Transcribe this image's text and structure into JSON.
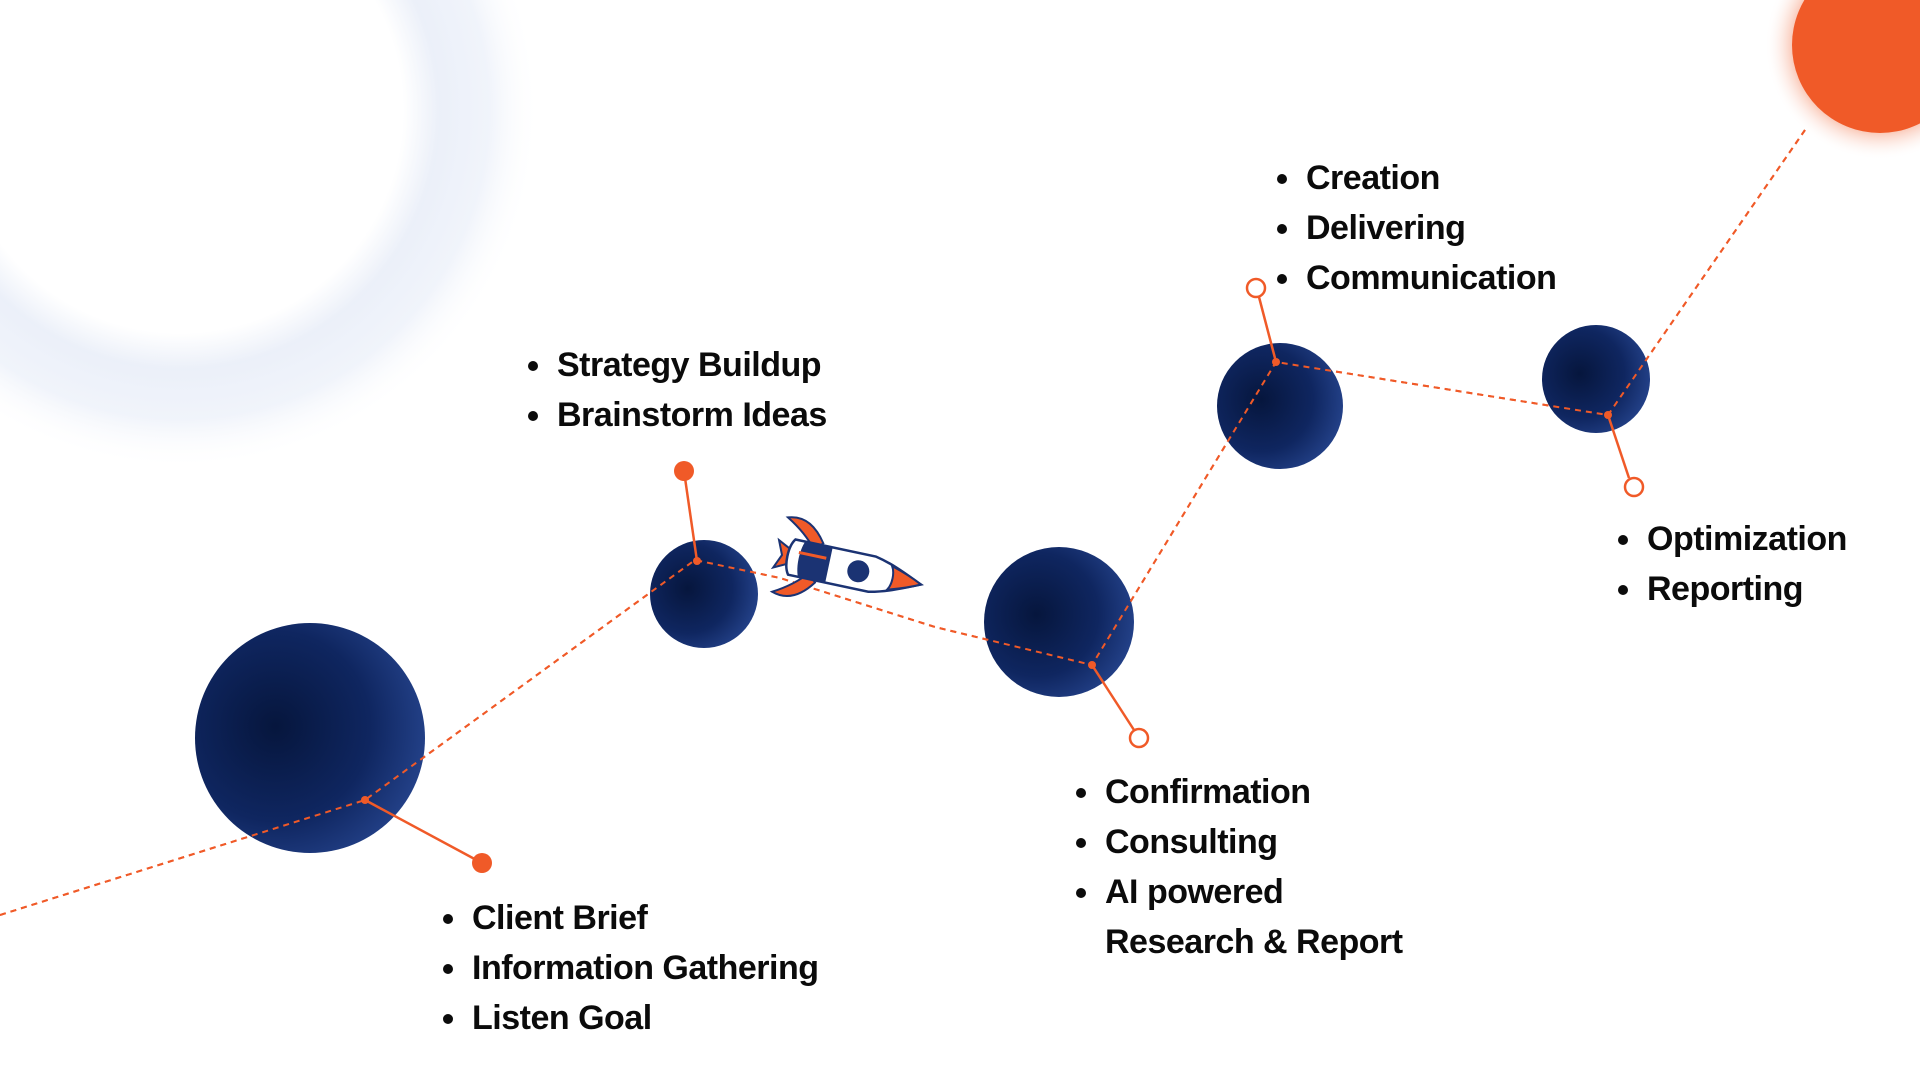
{
  "colors": {
    "accent": "#F05A28",
    "planet_dark": "#0A1A45",
    "planet_mid": "#1B3373",
    "halo": "#E8EEF8",
    "text": "#0B0B0B"
  },
  "steps": [
    {
      "id": "step-1",
      "items": [
        "Client Brief",
        "Information Gathering",
        "Listen Goal"
      ],
      "marker": "filled"
    },
    {
      "id": "step-2",
      "items": [
        "Strategy Buildup",
        "Brainstorm Ideas"
      ],
      "marker": "filled"
    },
    {
      "id": "step-3",
      "items": [
        "Confirmation",
        "Consulting",
        "AI powered\nResearch & Report"
      ],
      "marker": "hollow"
    },
    {
      "id": "step-4",
      "items": [
        "Creation",
        "Delivering",
        "Communication"
      ],
      "marker": "hollow"
    },
    {
      "id": "step-5",
      "items": [
        "Optimization",
        "Reporting"
      ],
      "marker": "hollow"
    }
  ],
  "icons": {
    "rocket": "rocket-icon",
    "goal": "sun-icon"
  }
}
